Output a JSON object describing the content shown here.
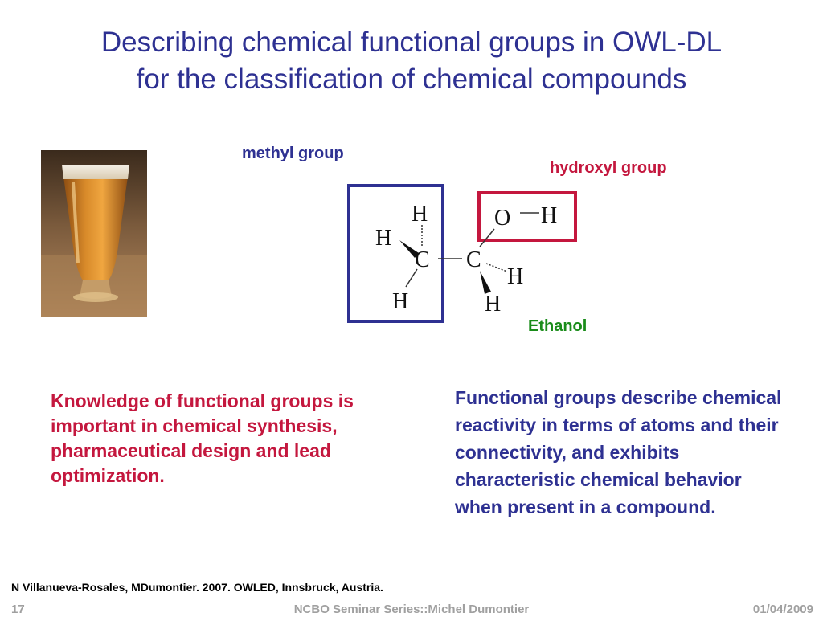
{
  "slide": {
    "title_lines": [
      "Describing chemical functional groups in OWL-DL",
      "for the classification of chemical compounds"
    ],
    "labels": {
      "methyl": "methyl group",
      "hydroxyl": "hydroxyl group",
      "compound": "Ethanol"
    },
    "atoms": {
      "hydrogen": "H",
      "carbon": "C",
      "oxygen": "O"
    },
    "left_text": "Knowledge of functional groups is important in chemical synthesis, pharmaceutical design and lead optimization.",
    "right_text": "Functional groups describe chemical reactivity in terms of atoms and their connectivity, and exhibits characteristic chemical behavior when present in a compound.",
    "citation": "N Villanueva-Rosales, MDumontier. 2007. OWLED, Innsbruck, Austria.",
    "footer": {
      "page": "17",
      "series": "NCBO Seminar Series::Michel Dumontier",
      "date": "01/04/2009"
    },
    "colors": {
      "title_blue": "#2e3192",
      "accent_red": "#c4173e",
      "ethanol_green": "#1a8c1a"
    },
    "icons": {
      "photo": "beer-glass-photo"
    }
  }
}
